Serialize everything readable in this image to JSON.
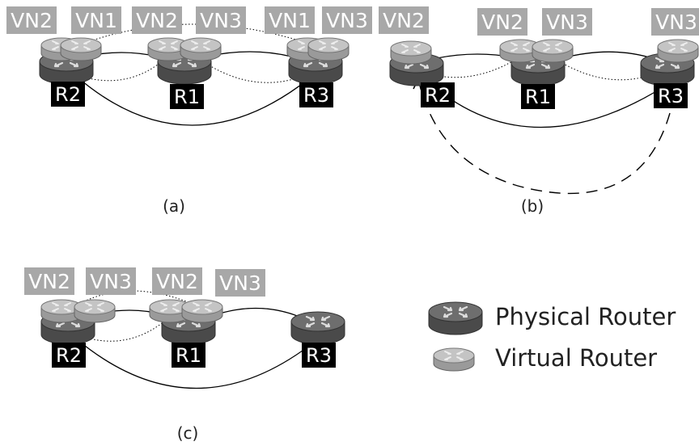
{
  "panels": [
    {
      "caption": "(a)",
      "vn_labels": [
        "VN2",
        "VN1",
        "VN2",
        "VN3",
        "VN1",
        "VN3"
      ],
      "routers": [
        "R2",
        "R1",
        "R3"
      ]
    },
    {
      "caption": "(b)",
      "vn_labels": [
        "VN2",
        "VN2",
        "VN3",
        "VN3"
      ],
      "routers": [
        "R2",
        "R1",
        "R3"
      ]
    },
    {
      "caption": "(c)",
      "vn_labels": [
        "VN2",
        "VN3",
        "VN2",
        "VN3"
      ],
      "routers": [
        "R2",
        "R1",
        "R3"
      ]
    }
  ],
  "legend": {
    "physical": "Physical Router",
    "virtual": "Virtual Router"
  },
  "colors": {
    "physical_top": "#6e6e6e",
    "physical_side": "#4a4a4a",
    "virtual_top": "#bcbcbc",
    "virtual_side": "#9a9a9a",
    "vn_label_bg": "#a8a8a8",
    "router_label_bg": "#000000"
  }
}
